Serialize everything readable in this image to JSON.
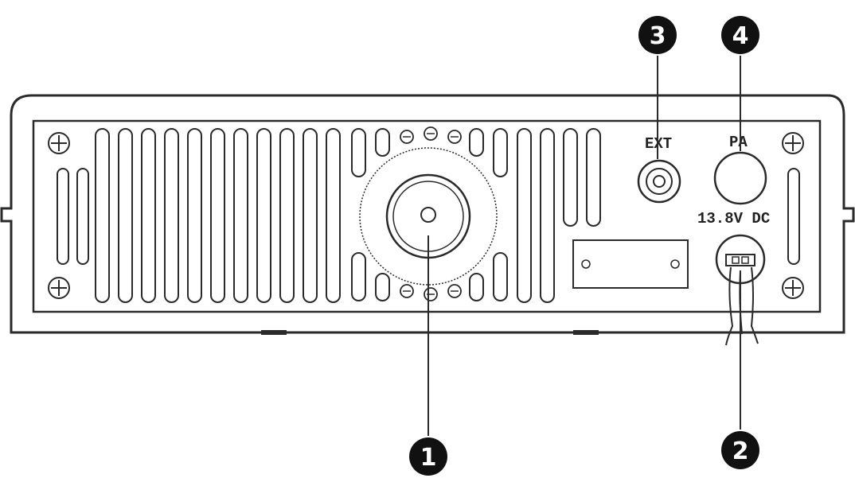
{
  "panel": {
    "labels": {
      "ext": "EXT",
      "pa": "PA",
      "dc": "13.8V DC"
    }
  },
  "callouts": [
    {
      "id": "antenna-connector",
      "number": "1"
    },
    {
      "id": "power-cable",
      "number": "2"
    },
    {
      "id": "ext-speaker-jack",
      "number": "3"
    },
    {
      "id": "pa-jack",
      "number": "4"
    }
  ],
  "colors": {
    "line": "#2a2a2a",
    "callout_fill": "#111111",
    "background": "#ffffff"
  }
}
